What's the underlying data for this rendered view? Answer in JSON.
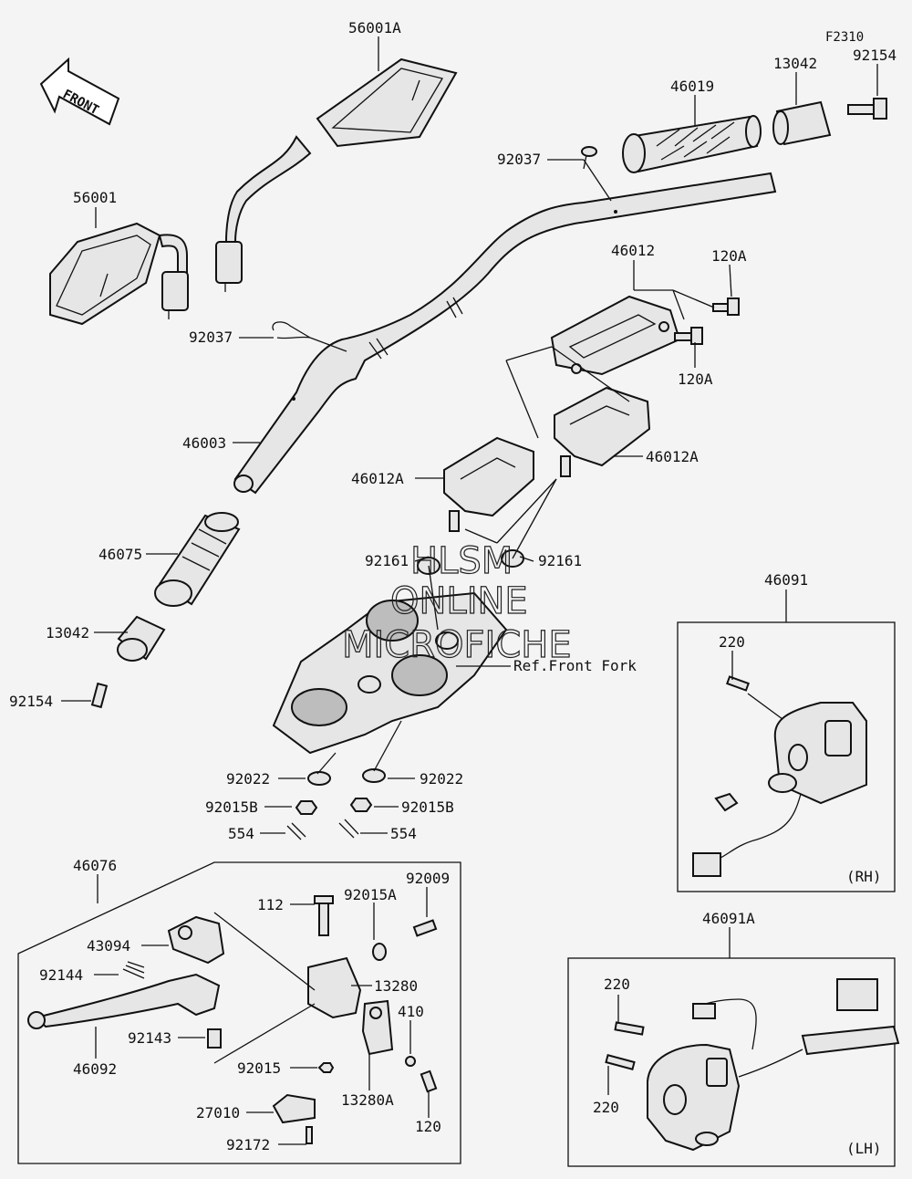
{
  "diagram": {
    "page_code": "F2310",
    "front_label": "FRONT",
    "watermark": {
      "line1": "HLSM",
      "line2": "ONLINE",
      "line3": "MICROFICHE"
    },
    "box_rh_label": "(RH)",
    "box_lh_label": "(LH)",
    "ref_front_fork": "Ref.Front Fork",
    "parts": {
      "p56001A": "56001A",
      "p56001": "56001",
      "p46019": "46019",
      "p13042_top": "13042",
      "p92154_top": "92154",
      "p92037_top": "92037",
      "p92037_left": "92037",
      "p46012": "46012",
      "p120A_1": "120A",
      "p120A_2": "120A",
      "p46003": "46003",
      "p46012A_left": "46012A",
      "p46012A_right": "46012A",
      "p46075": "46075",
      "p92161_left": "92161",
      "p92161_right": "92161",
      "p13042_bot": "13042",
      "p92154_bot": "92154",
      "p46091": "46091",
      "p220_rh": "220",
      "p92022_left": "92022",
      "p92022_right": "92022",
      "p92015B_left": "92015B",
      "p92015B_right": "92015B",
      "p554_left": "554",
      "p554_right": "554",
      "p46076": "46076",
      "p112": "112",
      "p92015A": "92015A",
      "p92009": "92009",
      "p43094": "43094",
      "p92144": "92144",
      "p13280": "13280",
      "p410": "410",
      "p92143": "92143",
      "p46092": "46092",
      "p92015": "92015",
      "p13280A": "13280A",
      "p27010": "27010",
      "p120": "120",
      "p92172": "92172",
      "p46091A": "46091A",
      "p220_lh_1": "220",
      "p220_lh_2": "220"
    }
  }
}
